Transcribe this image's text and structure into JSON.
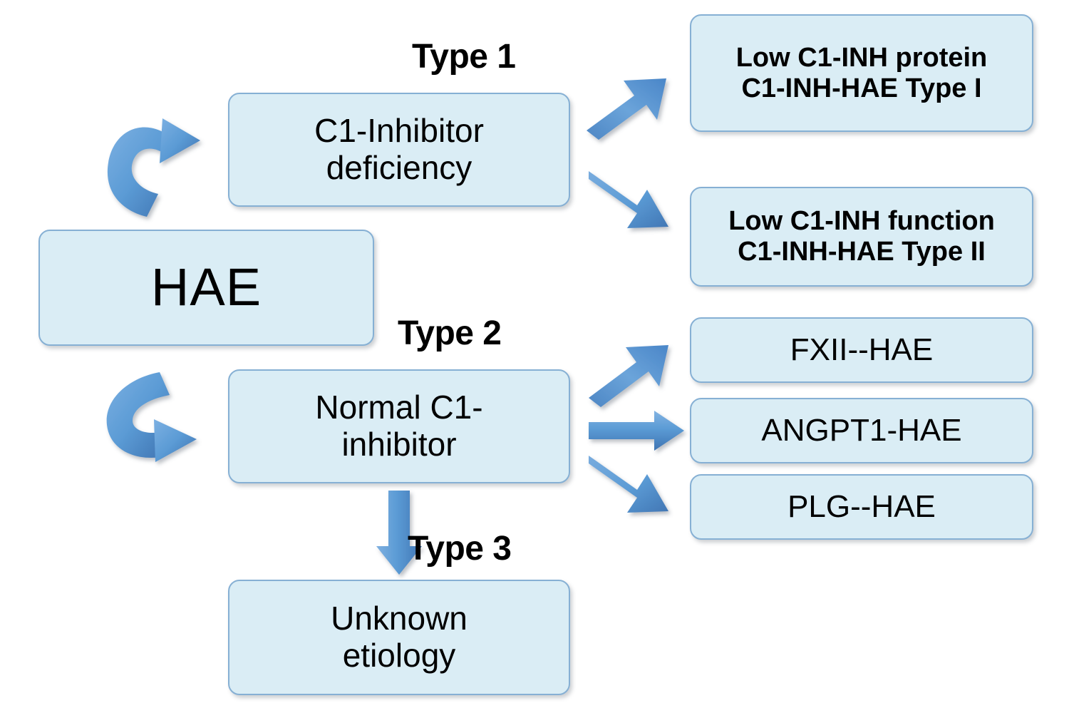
{
  "diagram": {
    "title": "HAE classification flowchart",
    "colors": {
      "node_fill": "#daedf5",
      "node_border": "#86b0d4",
      "arrow_blue": "#5b9bd5",
      "arrow_blue_dark": "#4a86c8",
      "text": "#000000"
    },
    "root": {
      "label": "HAE"
    },
    "branches": [
      {
        "type_label": "Type 1",
        "node_label": "C1-Inhibitor\ndeficiency",
        "outcomes": [
          {
            "label": "Low C1-INH protein\nC1-INH-HAE Type I"
          },
          {
            "label": "Low C1-INH function\nC1-INH-HAE Type II"
          }
        ]
      },
      {
        "type_label": "Type 2",
        "node_label": "Normal C1-\ninhibitor",
        "outcomes": [
          {
            "label": "FXII--HAE"
          },
          {
            "label": "ANGPT1-HAE"
          },
          {
            "label": "PLG--HAE"
          }
        ]
      },
      {
        "type_label": "Type 3",
        "node_label": "Unknown\netiology",
        "outcomes": []
      }
    ],
    "arrows": [
      {
        "name": "curved-arrow-to-c1inh-deficiency",
        "kind": "curved"
      },
      {
        "name": "curved-arrow-to-normal-c1inh",
        "kind": "curved"
      },
      {
        "name": "arrow-deficiency-to-type1",
        "kind": "diagonal-up"
      },
      {
        "name": "arrow-deficiency-to-type2",
        "kind": "diagonal-down"
      },
      {
        "name": "arrow-normal-to-fxii",
        "kind": "diagonal-up"
      },
      {
        "name": "arrow-normal-to-angpt1",
        "kind": "horizontal"
      },
      {
        "name": "arrow-normal-to-plg",
        "kind": "diagonal-down"
      },
      {
        "name": "arrow-normal-to-unknown",
        "kind": "vertical-down"
      }
    ]
  }
}
